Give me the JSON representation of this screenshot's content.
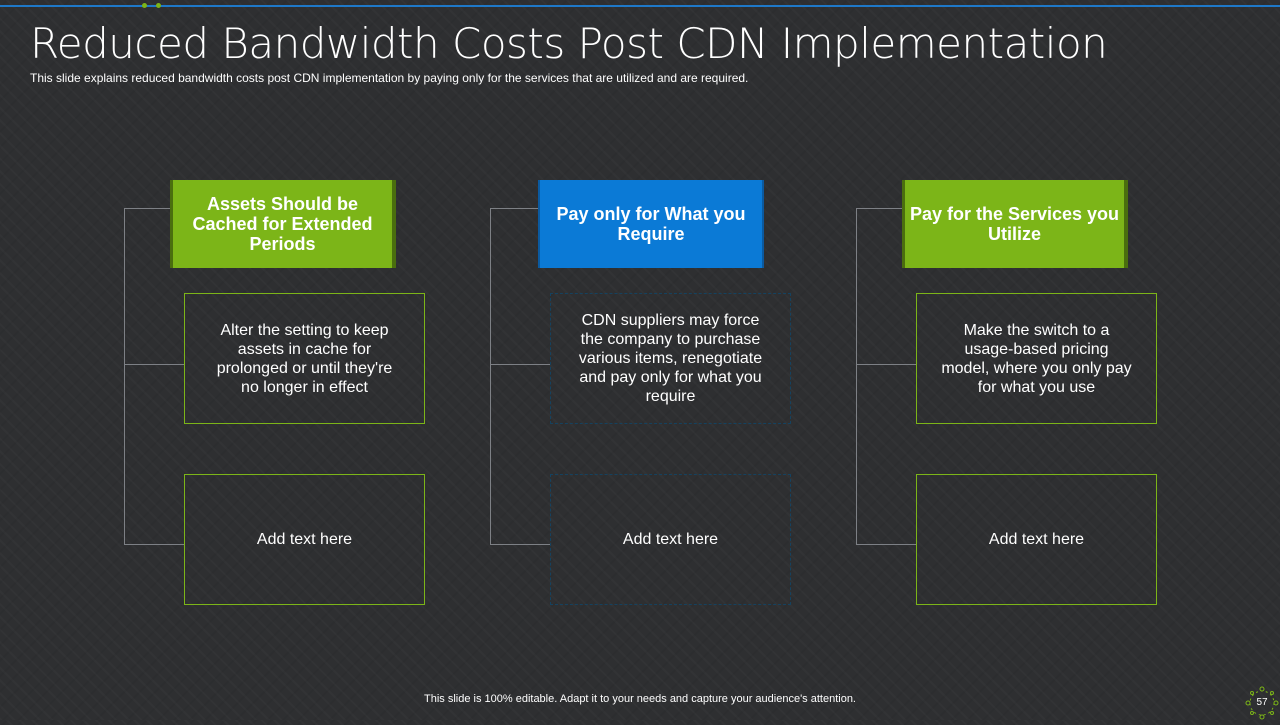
{
  "slide": {
    "title": "Reduced Bandwidth Costs Post CDN Implementation",
    "subtitle": "This slide explains reduced bandwidth costs post CDN implementation by paying only for the services that are utilized and are required.",
    "footer": "This slide is 100% editable. Adapt it to your needs and capture your audience's attention.",
    "page_number": "57"
  },
  "colors": {
    "background": "#2e2f31",
    "accent_green": "#7cb518",
    "accent_blue": "#0b7ad6",
    "top_line": "#1e78c8"
  },
  "columns": [
    {
      "header": "Assets Should be Cached for Extended Periods",
      "items": [
        "Alter the setting to keep assets in cache for prolonged or until they're no longer in effect",
        "Add text here"
      ]
    },
    {
      "header": "Pay only for What you Require",
      "items": [
        "CDN suppliers may force the company to purchase various items, renegotiate and pay only for what you require",
        "Add text here"
      ]
    },
    {
      "header": "Pay for the Services you Utilize",
      "items": [
        "Make the switch to a usage-based pricing model, where you only pay for what you use",
        "Add text here"
      ]
    }
  ]
}
